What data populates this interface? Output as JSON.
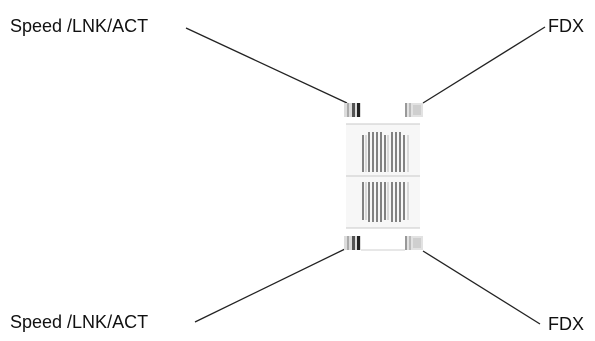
{
  "labels": {
    "top_left": "Speed /LNK/ACT",
    "top_right": "FDX",
    "bottom_left": "Speed /LNK/ACT",
    "bottom_right": "FDX"
  },
  "colors": {
    "line": "#222222",
    "led_dark": "#333333",
    "led_light": "#d9d9d9",
    "port_faint": "#c8c8c8"
  }
}
